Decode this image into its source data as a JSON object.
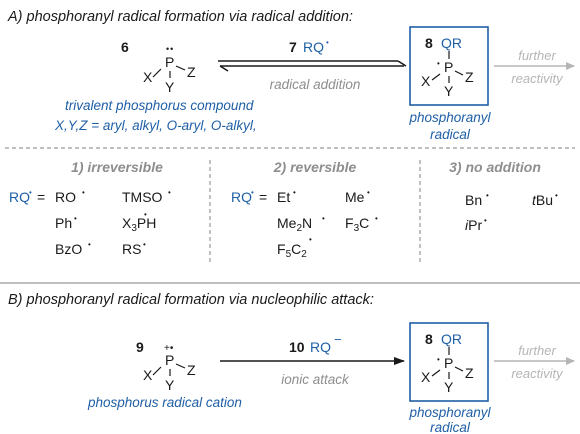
{
  "colors": {
    "blue": "#1f5fa6",
    "gray": "#8e8e8e",
    "black": "#1a1a1a",
    "box_stroke": "#1f5fa6"
  },
  "section_a": {
    "label": "A)",
    "title": "phosphoranyl radical formation via radical addition:",
    "compound_number": "6",
    "lone_pair": "••",
    "center_atom": "P",
    "sub_x": "X",
    "sub_y": "Y",
    "sub_z": "Z",
    "reagent_number": "7",
    "reagent_label": "RQ",
    "radical_dot": "•",
    "arrow_label": "radical addition",
    "compound_caption": "trivalent phosphorus compound",
    "substituent_caption": "X,Y,Z = aryl, alkyl, O-aryl, O-alkyl,",
    "product_number": "8",
    "product_group": "QR",
    "product_caption_1": "phosphoranyl",
    "product_caption_2": "radical",
    "further_1": "further",
    "further_2": "reactivity"
  },
  "categories": {
    "irreversible": {
      "title": "1) irreversible",
      "prefix": "RQ",
      "equals": "=",
      "items": [
        "RO",
        "TMSO",
        "Ph",
        "X",
        "3",
        "PH",
        "BzO",
        "RS"
      ]
    },
    "reversible": {
      "title": "2) reversible",
      "prefix": "RQ",
      "equals": "=",
      "items": [
        "Et",
        "Me",
        "Me",
        "2",
        "N",
        "F",
        "3",
        "C",
        "F",
        "5",
        "C",
        "2"
      ]
    },
    "no_addition": {
      "title": "3) no addition",
      "items": [
        "Bn",
        "t",
        "Bu",
        "i",
        "Pr"
      ]
    }
  },
  "section_b": {
    "label": "B)",
    "title": "phosphoranyl radical formation via nucleophilic attack:",
    "compound_number": "9",
    "cation_mark": "+•",
    "center_atom": "P",
    "sub_x": "X",
    "sub_y": "Y",
    "sub_z": "Z",
    "reagent_number": "10",
    "reagent_label": "RQ",
    "reagent_charge": "−",
    "arrow_label": "ionic attack",
    "compound_caption": "phosphorus radical cation",
    "product_number": "8",
    "product_group": "QR",
    "product_caption_1": "phosphoranyl",
    "product_caption_2": "radical",
    "further_1": "further",
    "further_2": "reactivity"
  }
}
